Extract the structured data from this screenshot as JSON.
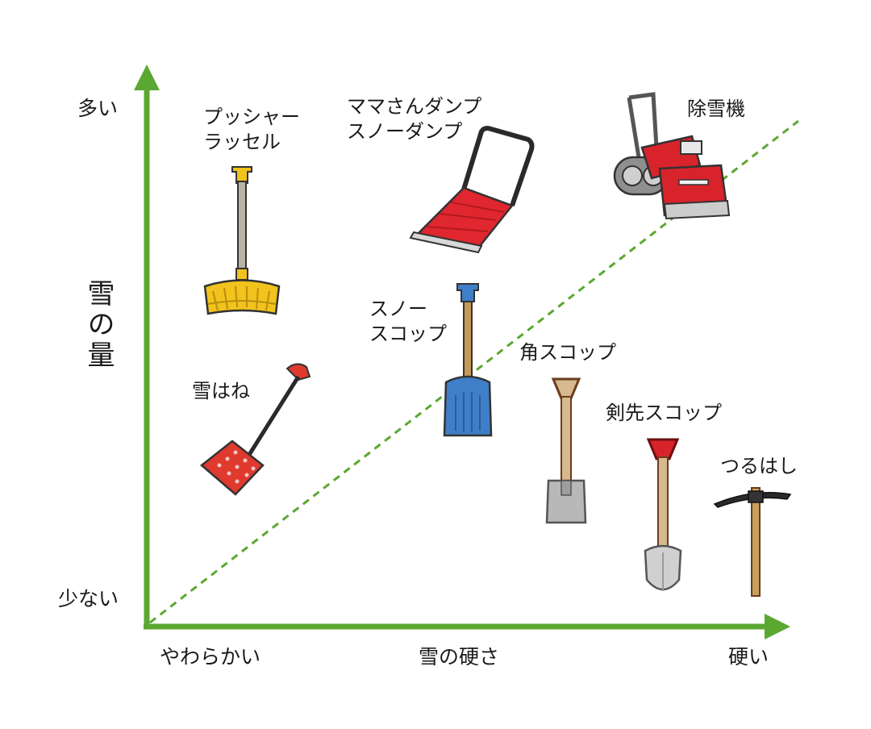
{
  "axes": {
    "y_title": "雪の量",
    "y_high": "多い",
    "y_low": "少ない",
    "x_title": "雪の硬さ",
    "x_low": "やわらかい",
    "x_high": "硬い",
    "axis_color": "#5aa832",
    "diagonal_color": "#5aa832"
  },
  "tools": [
    {
      "id": "pusher",
      "label_lines": [
        "プッシャー",
        "ラッセル"
      ],
      "color": "#f2c21d",
      "icon": "pusher-shovel-icon"
    },
    {
      "id": "mama-dump",
      "label_lines": [
        "ママさんダンプ",
        "スノーダンプ"
      ],
      "color": "#e0262e",
      "icon": "snow-dump-icon"
    },
    {
      "id": "snowblower",
      "label_lines": [
        "除雪機"
      ],
      "color": "#d8232b",
      "icon": "snowblower-icon"
    },
    {
      "id": "yukihane",
      "label_lines": [
        "雪はね"
      ],
      "color": "#e0392e",
      "icon": "snow-scoop-icon"
    },
    {
      "id": "snow-scoop",
      "label_lines": [
        "スノー",
        "スコップ"
      ],
      "color": "#3f7fc9",
      "icon": "snow-shovel-icon"
    },
    {
      "id": "square-scoop",
      "label_lines": [
        "角スコップ"
      ],
      "color": "#b8b8b8",
      "icon": "square-shovel-icon"
    },
    {
      "id": "pointed-scoop",
      "label_lines": [
        "剣先スコップ"
      ],
      "color": "#d0d0d0",
      "icon": "pointed-shovel-icon"
    },
    {
      "id": "pickaxe",
      "label_lines": [
        "つるはし"
      ],
      "color": "#333333",
      "icon": "pickaxe-icon"
    }
  ]
}
